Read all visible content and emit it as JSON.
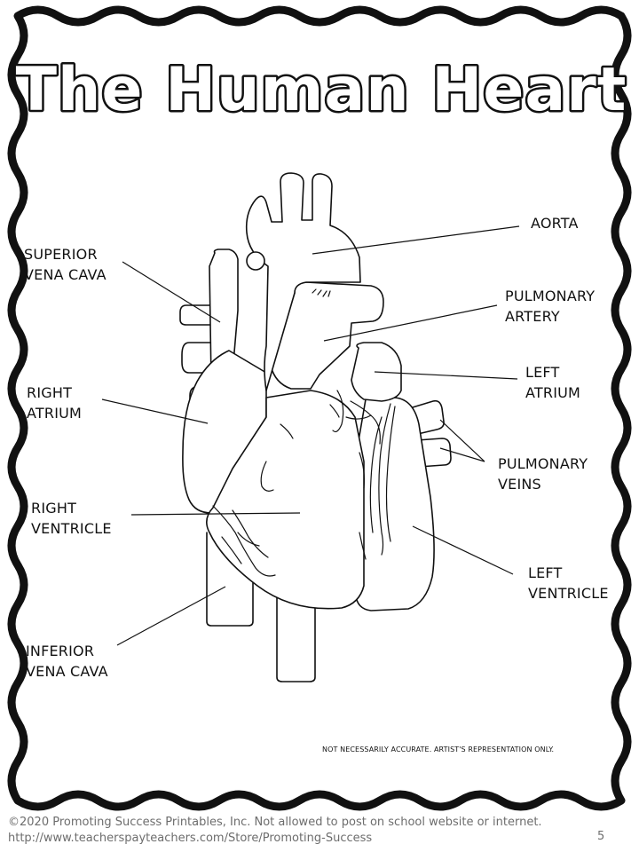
{
  "title": "The Human Heart",
  "labels": {
    "superior_vena_cava": [
      "SUPERIOR",
      "VENA CAVA"
    ],
    "aorta": [
      "AORTA"
    ],
    "pulmonary_artery": [
      "PULMONARY",
      "ARTERY"
    ],
    "right_atrium": [
      "RIGHT",
      "ATRIUM"
    ],
    "left_atrium": [
      "LEFT",
      "ATRIUM"
    ],
    "pulmonary_veins": [
      "PULMONARY",
      "VEINS"
    ],
    "right_ventricle": [
      "RIGHT",
      "VENTRICLE"
    ],
    "left_ventricle": [
      "LEFT",
      "VENTRICLE"
    ],
    "inferior_vena_cava": [
      "INFERIOR",
      "VENA CAVA"
    ]
  },
  "disclaimer": "NOT NECESSARILY ACCURATE. ARTIST'S REPRESENTATION ONLY.",
  "footer": {
    "copyright": "©2020 Promoting  Success Printables, Inc. Not allowed to post on school website or internet.",
    "url": "http://www.teacherspayteachers.com/Store/Promoting-Success"
  },
  "page_number": "5",
  "colors": {
    "line": "#111111",
    "footer_text": "#6d6d6d",
    "background": "#ffffff"
  }
}
